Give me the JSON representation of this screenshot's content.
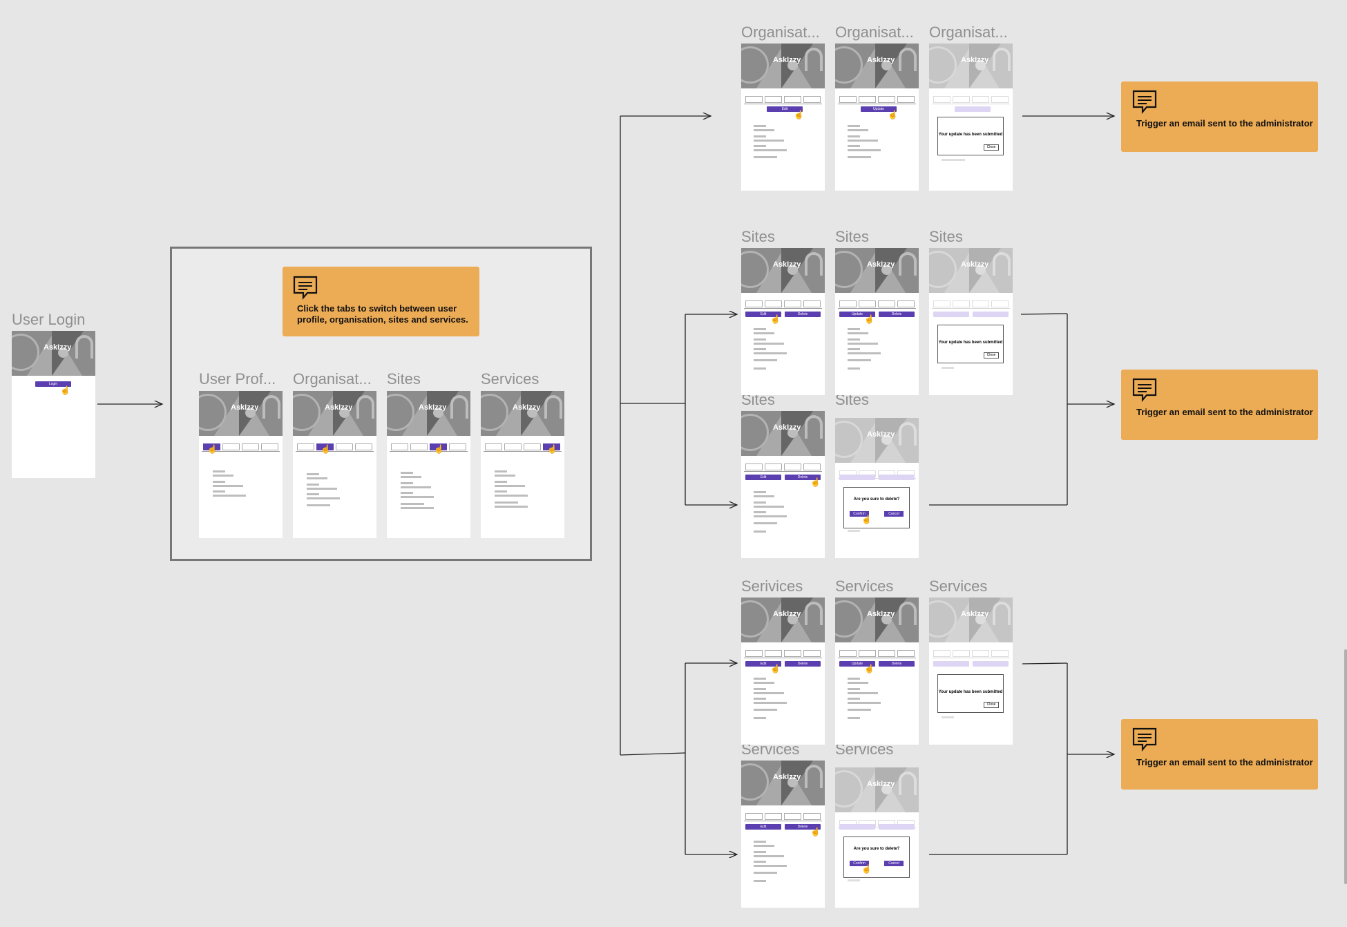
{
  "user_login_title": "User Login",
  "login_button": "Login",
  "brand": "AskIzzy",
  "group_note": "Click the tabs to switch between user profile, organisation, sites and services.",
  "group_frames": [
    "User Prof...",
    "Organisat...",
    "Sites",
    "Services"
  ],
  "org_titles": [
    "Organisat...",
    "Organisat...",
    "Organisat..."
  ],
  "sites_titles": [
    "Sites",
    "Sites",
    "Sites",
    "Sites",
    "Sites"
  ],
  "services_titles": [
    "Serivices",
    "Services",
    "Services",
    "Services",
    "Services"
  ],
  "buttons": {
    "edit": "Edit",
    "update": "Update",
    "delete": "Delete",
    "close": "Close",
    "confirm": "Confirm",
    "cancel": "Cancel"
  },
  "update_msg": "Your update has been submitted",
  "delete_msg": "Are you sure to delete?",
  "email_note": "Trigger an email sent to the administrator",
  "colors": {
    "accent": "#5b3fb0",
    "note": "#ecab55",
    "canvas": "#e6e6e6"
  }
}
